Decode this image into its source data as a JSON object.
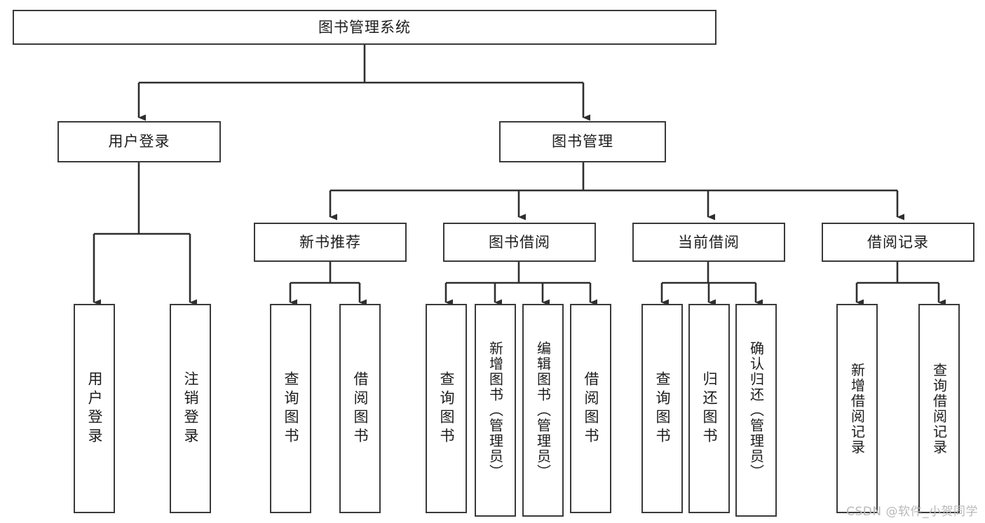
{
  "diagram": {
    "title": "图书管理系统",
    "type": "tree",
    "watermark": "CSDN @软件_小贺同学",
    "stroke_color": "#3a3a3a",
    "fill_color": "#ffffff",
    "text_color": "#1c1c1c",
    "watermark_color": "#b9b9b9"
  },
  "nodes": {
    "root": {
      "label": "图书管理系统"
    },
    "l2": [
      {
        "label": "用户登录"
      },
      {
        "label": "图书管理"
      }
    ],
    "l3": [
      {
        "label": "新书推荐"
      },
      {
        "label": "图书借阅"
      },
      {
        "label": "当前借阅"
      },
      {
        "label": "借阅记录"
      }
    ],
    "leaves_user_login": [
      {
        "label": "用户登录"
      },
      {
        "label": "注销登录"
      }
    ],
    "leaves_new_book": [
      {
        "label": "查询图书"
      },
      {
        "label": "借阅图书"
      }
    ],
    "leaves_borrow": [
      {
        "label": "查询图书"
      },
      {
        "label": "新增图书（管理员）"
      },
      {
        "label": "编辑图书（管理员）"
      },
      {
        "label": "借阅图书"
      }
    ],
    "leaves_current": [
      {
        "label": "查询图书"
      },
      {
        "label": "归还图书"
      },
      {
        "label": "确认归还（管理员）"
      }
    ],
    "leaves_records": [
      {
        "label": "新增借阅记录"
      },
      {
        "label": "查询借阅记录"
      }
    ]
  }
}
